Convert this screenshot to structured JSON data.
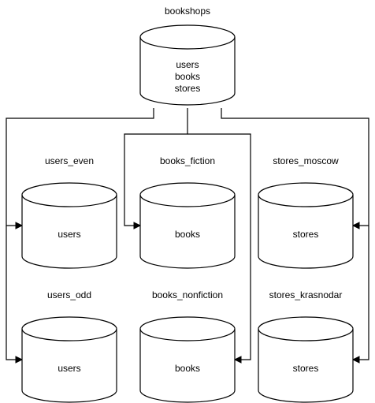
{
  "databases": {
    "source": {
      "title": "bookshops",
      "lines": [
        "users",
        "books",
        "stores"
      ]
    },
    "users_even": {
      "title": "users_even",
      "content": "users"
    },
    "books_fiction": {
      "title": "books_fiction",
      "content": "books"
    },
    "stores_moscow": {
      "title": "stores_moscow",
      "content": "stores"
    },
    "users_odd": {
      "title": "users_odd",
      "content": "users"
    },
    "books_nonfiction": {
      "title": "books_nonfiction",
      "content": "books"
    },
    "stores_krasnodar": {
      "title": "stores_krasnodar",
      "content": "stores"
    }
  },
  "edges": [
    {
      "from": "source",
      "to": "users_even"
    },
    {
      "from": "source",
      "to": "users_odd"
    },
    {
      "from": "source",
      "to": "books_fiction"
    },
    {
      "from": "source",
      "to": "books_nonfiction"
    },
    {
      "from": "source",
      "to": "stores_moscow"
    },
    {
      "from": "source",
      "to": "stores_krasnodar"
    }
  ]
}
